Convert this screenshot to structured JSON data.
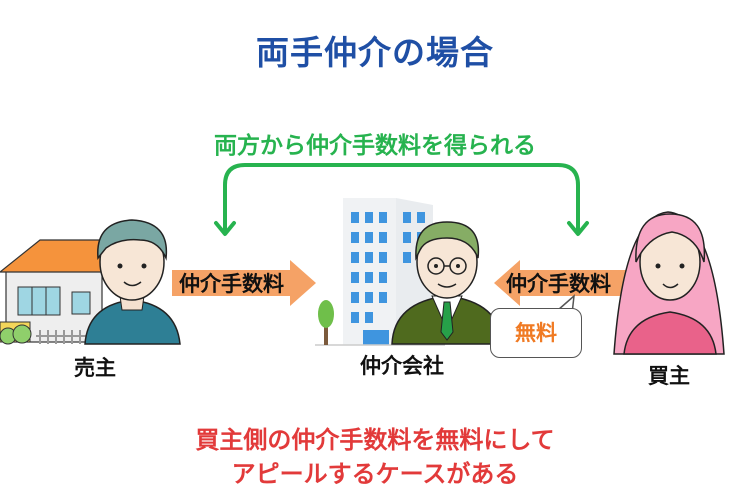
{
  "title": "両手仲介の場合",
  "subtitle": "両方から仲介手数料を得られる",
  "seller": {
    "label": "売主",
    "arrow_label": "仲介手数料"
  },
  "agency": {
    "label": "仲介会社",
    "bubble": "無料"
  },
  "buyer": {
    "label": "買主",
    "arrow_label": "仲介手数料"
  },
  "note": {
    "line1": "買主側の仲介手数料を無料にして",
    "line2": "アピールするケースがある"
  },
  "colors": {
    "title": "#1f4fa5",
    "subtitle": "#27b34f",
    "arrow": "#f5a266",
    "note": "#e23a3a",
    "bubble_text": "#f07a23"
  }
}
